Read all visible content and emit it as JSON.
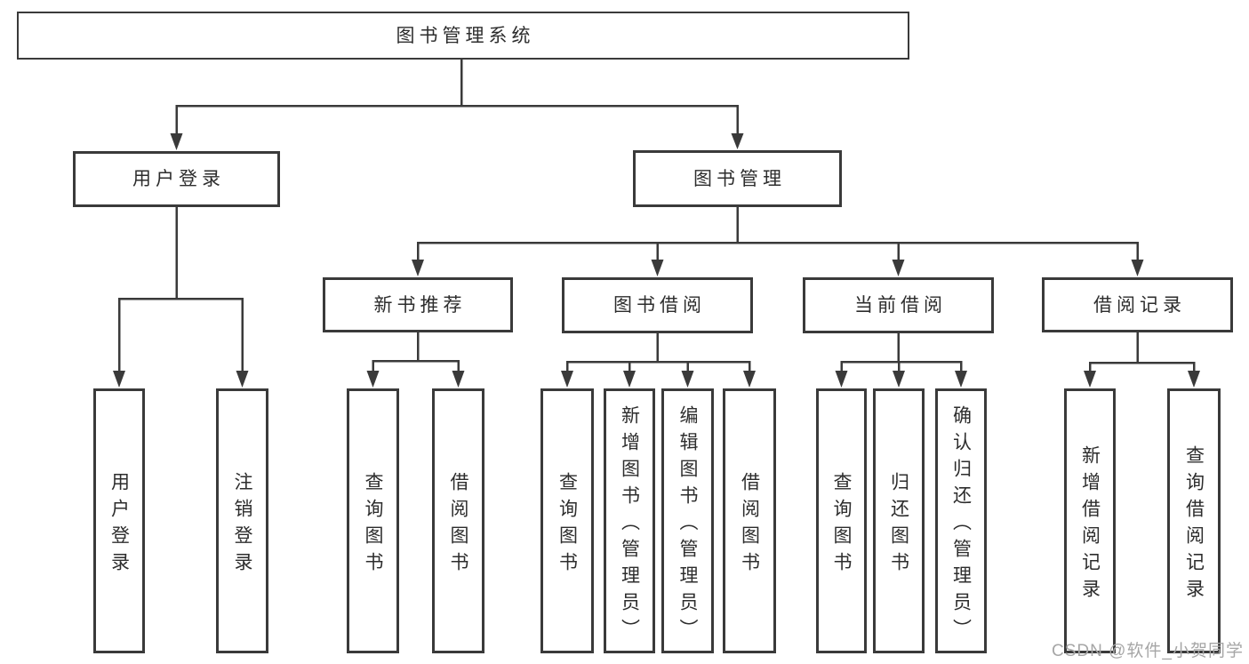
{
  "diagram": {
    "type": "hierarchy-tree",
    "nodes": {
      "root": {
        "label": "图书管理系统"
      },
      "level2": [
        {
          "label": "用户登录",
          "parent": "图书管理系统"
        },
        {
          "label": "图书管理",
          "parent": "图书管理系统"
        }
      ],
      "level3": [
        {
          "label": "新书推荐",
          "parent": "图书管理"
        },
        {
          "label": "图书借阅",
          "parent": "图书管理"
        },
        {
          "label": "当前借阅",
          "parent": "图书管理"
        },
        {
          "label": "借阅记录",
          "parent": "图书管理"
        }
      ],
      "leaves": [
        {
          "label": "用户登录",
          "parent": "用户登录"
        },
        {
          "label": "注销登录",
          "parent": "用户登录"
        },
        {
          "label": "查询图书",
          "parent": "新书推荐"
        },
        {
          "label": "借阅图书",
          "parent": "新书推荐"
        },
        {
          "label": "查询图书",
          "parent": "图书借阅"
        },
        {
          "label": "新增图书（管理员）",
          "parent": "图书借阅"
        },
        {
          "label": "编辑图书（管理员）",
          "parent": "图书借阅"
        },
        {
          "label": "借阅图书",
          "parent": "图书借阅"
        },
        {
          "label": "查询图书",
          "parent": "当前借阅"
        },
        {
          "label": "归还图书",
          "parent": "当前借阅"
        },
        {
          "label": "确认归还（管理员）",
          "parent": "当前借阅"
        },
        {
          "label": "新增借阅记录",
          "parent": "借阅记录"
        },
        {
          "label": "查询借阅记录",
          "parent": "借阅记录"
        }
      ]
    },
    "colors": {
      "line": "#3a3a3a",
      "box_border": "#3a3a3a",
      "text": "#2d2d2d",
      "background": "#ffffff",
      "watermark": "#a6a6a6"
    }
  },
  "watermark": {
    "text": "CSDN @软件_小贺同学"
  }
}
